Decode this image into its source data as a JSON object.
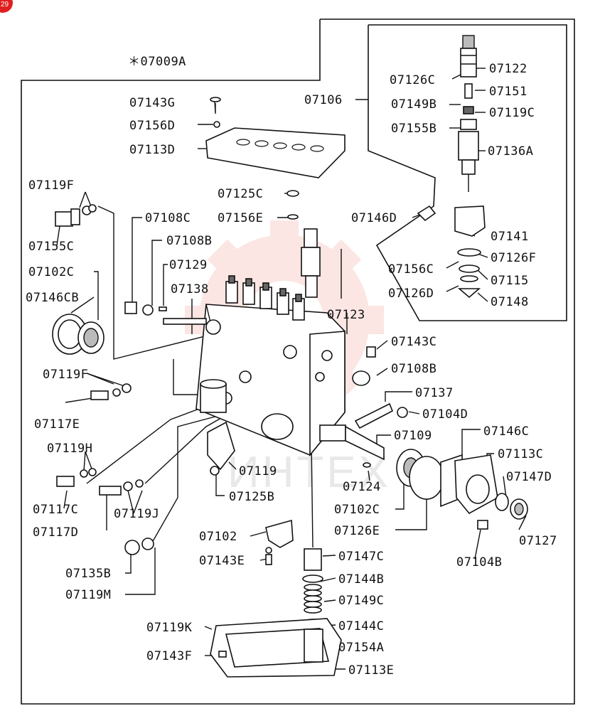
{
  "badge": {
    "text": "29",
    "color": "#e02020"
  },
  "watermark": {
    "text": "ИНТЕХ",
    "color": "#f4b8b0"
  },
  "assembly_label": "＊07009A",
  "labels": [
    {
      "id": "07143G",
      "text": "07143G"
    },
    {
      "id": "07156D",
      "text": "07156D"
    },
    {
      "id": "07113D",
      "text": "07113D"
    },
    {
      "id": "07106",
      "text": "07106"
    },
    {
      "id": "07122",
      "text": "07122"
    },
    {
      "id": "07126C",
      "text": "07126C"
    },
    {
      "id": "07151",
      "text": "07151"
    },
    {
      "id": "07149B",
      "text": "07149B"
    },
    {
      "id": "07119C",
      "text": "07119C"
    },
    {
      "id": "07155B",
      "text": "07155B"
    },
    {
      "id": "07136A",
      "text": "07136A"
    },
    {
      "id": "07119F_top",
      "text": "07119F"
    },
    {
      "id": "07125C",
      "text": "07125C"
    },
    {
      "id": "07156E",
      "text": "07156E"
    },
    {
      "id": "07146D",
      "text": "07146D"
    },
    {
      "id": "07155C",
      "text": "07155C"
    },
    {
      "id": "07108C",
      "text": "07108C"
    },
    {
      "id": "07108B_top",
      "text": "07108B"
    },
    {
      "id": "07141",
      "text": "07141"
    },
    {
      "id": "07156C",
      "text": "07156C"
    },
    {
      "id": "07126F",
      "text": "07126F"
    },
    {
      "id": "07115",
      "text": "07115"
    },
    {
      "id": "07102C_top",
      "text": "07102C"
    },
    {
      "id": "07129",
      "text": "07129"
    },
    {
      "id": "07126D",
      "text": "07126D"
    },
    {
      "id": "07148",
      "text": "07148"
    },
    {
      "id": "07146CB",
      "text": "07146CB"
    },
    {
      "id": "07138",
      "text": "07138"
    },
    {
      "id": "07123",
      "text": "07123"
    },
    {
      "id": "07143C",
      "text": "07143C"
    },
    {
      "id": "07119F_mid",
      "text": "07119F"
    },
    {
      "id": "07108B_mid",
      "text": "07108B"
    },
    {
      "id": "07137",
      "text": "07137"
    },
    {
      "id": "07117E",
      "text": "07117E"
    },
    {
      "id": "07104D",
      "text": "07104D"
    },
    {
      "id": "07119H",
      "text": "07119H"
    },
    {
      "id": "07109",
      "text": "07109"
    },
    {
      "id": "07146C",
      "text": "07146C"
    },
    {
      "id": "07113C",
      "text": "07113C"
    },
    {
      "id": "07119",
      "text": "07119"
    },
    {
      "id": "07147D",
      "text": "07147D"
    },
    {
      "id": "07124",
      "text": "07124"
    },
    {
      "id": "07117C",
      "text": "07117C"
    },
    {
      "id": "07125B",
      "text": "07125B"
    },
    {
      "id": "07102C_bot",
      "text": "07102C"
    },
    {
      "id": "07119J",
      "text": "07119J"
    },
    {
      "id": "07117D",
      "text": "07117D"
    },
    {
      "id": "07126E",
      "text": "07126E"
    },
    {
      "id": "07127",
      "text": "07127"
    },
    {
      "id": "07102",
      "text": "07102"
    },
    {
      "id": "07143E",
      "text": "07143E"
    },
    {
      "id": "07147C",
      "text": "07147C"
    },
    {
      "id": "07104B",
      "text": "07104B"
    },
    {
      "id": "07135B",
      "text": "07135B"
    },
    {
      "id": "07144B",
      "text": "07144B"
    },
    {
      "id": "07119M",
      "text": "07119M"
    },
    {
      "id": "07149C",
      "text": "07149C"
    },
    {
      "id": "07119K",
      "text": "07119K"
    },
    {
      "id": "07144C",
      "text": "07144C"
    },
    {
      "id": "07154A",
      "text": "07154A"
    },
    {
      "id": "07143F",
      "text": "07143F"
    },
    {
      "id": "07113E",
      "text": "07113E"
    }
  ]
}
